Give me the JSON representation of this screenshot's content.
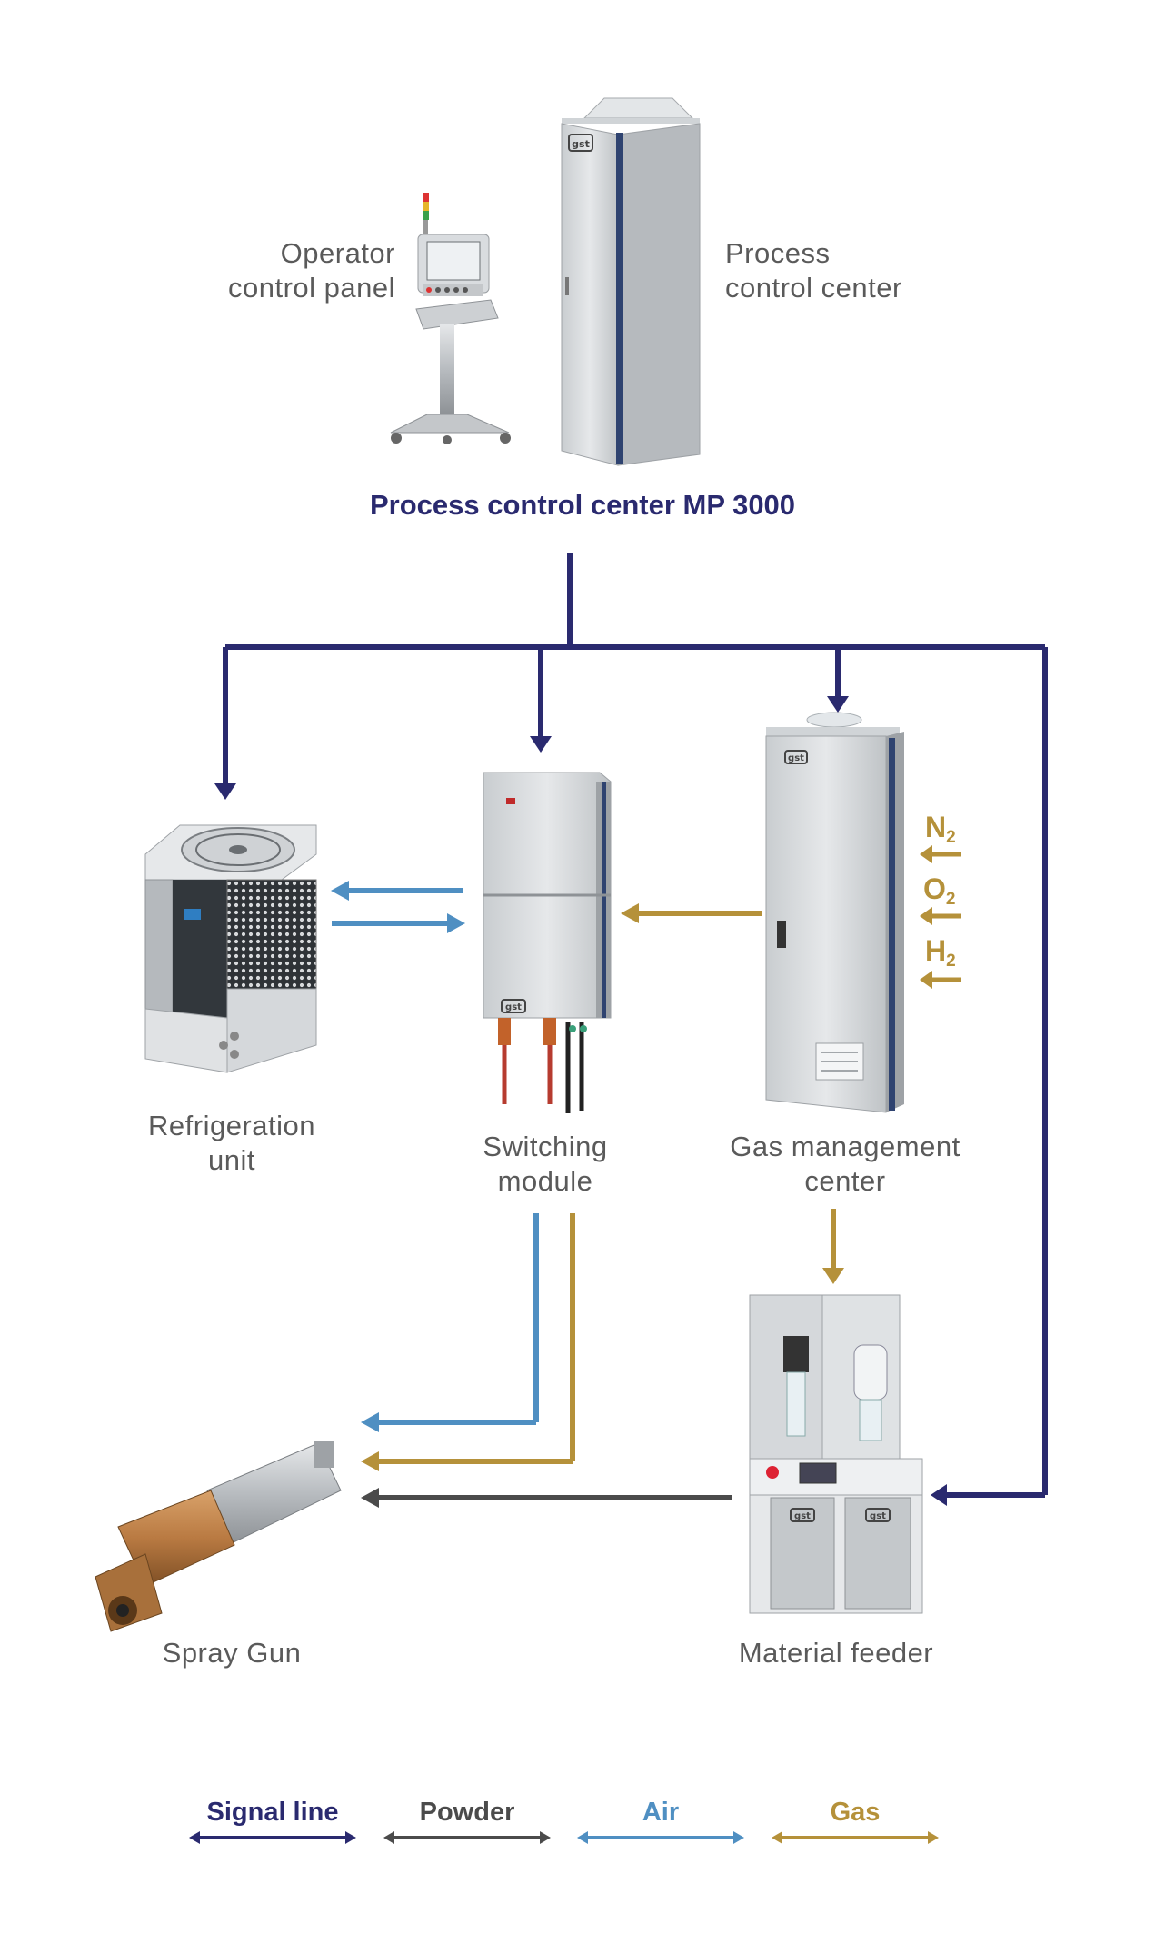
{
  "title": "Process control center MP 3000",
  "colors": {
    "signal": "#2a2a6f",
    "powder": "#4b4b4b",
    "air": "#4f8fc2",
    "gas": "#b5913a",
    "label_text": "#5a5a5a"
  },
  "components": {
    "operator_panel": {
      "line1": "Operator",
      "line2": "control panel"
    },
    "process_center": {
      "line1": "Process",
      "line2": "control center"
    },
    "refrigeration": {
      "line1": "Refrigeration",
      "line2": "unit"
    },
    "switching": {
      "line1": "Switching",
      "line2": "module"
    },
    "gas_management": {
      "line1": "Gas management",
      "line2": "center"
    },
    "spray_gun": {
      "line1": "Spray Gun"
    },
    "material_feeder": {
      "line1": "Material feeder"
    }
  },
  "gases": [
    {
      "symbol": "N",
      "sub": "2"
    },
    {
      "symbol": "O",
      "sub": "2"
    },
    {
      "symbol": "H",
      "sub": "2"
    }
  ],
  "brand_logo": "gst",
  "legend": [
    {
      "key": "signal",
      "label": "Signal line"
    },
    {
      "key": "powder",
      "label": "Powder"
    },
    {
      "key": "air",
      "label": "Air"
    },
    {
      "key": "gas",
      "label": "Gas"
    }
  ]
}
